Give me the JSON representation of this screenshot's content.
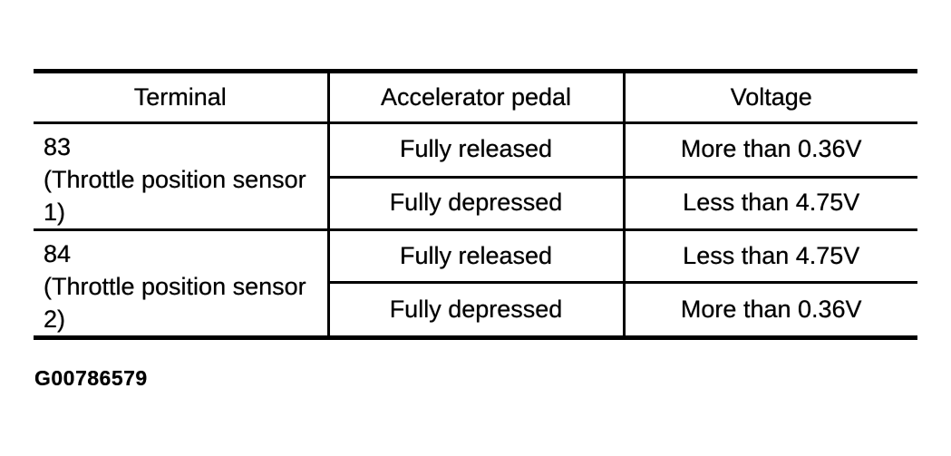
{
  "page": {
    "background": "#ffffff",
    "ink_color": "#000000"
  },
  "table": {
    "headers": [
      {
        "label": "Terminal"
      },
      {
        "label": "Accelerator pedal"
      },
      {
        "label": "Voltage"
      }
    ],
    "groups": [
      {
        "terminal": "83\n(Throttle position sensor\n1)",
        "rows": [
          {
            "pedal": "Fully released",
            "voltage": "More than 0.36V"
          },
          {
            "pedal": "Fully depressed",
            "voltage": "Less than 4.75V"
          }
        ]
      },
      {
        "terminal": "84\n(Throttle position sensor\n2)",
        "rows": [
          {
            "pedal": "Fully released",
            "voltage": "Less than 4.75V"
          },
          {
            "pedal": "Fully depressed",
            "voltage": "More than 0.36V"
          }
        ]
      }
    ]
  },
  "figure_id": "G00786579"
}
